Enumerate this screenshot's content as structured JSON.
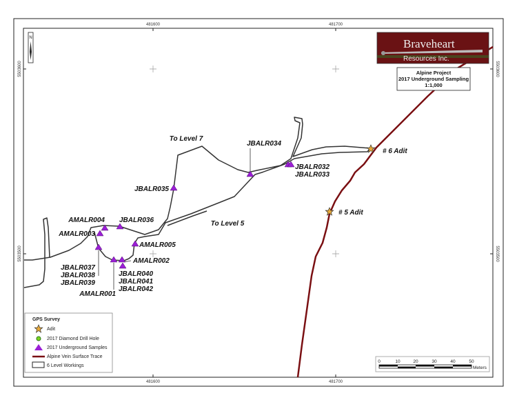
{
  "logo": {
    "line1": "Braveheart",
    "line2": "Resources Inc."
  },
  "title_block": {
    "project": "Alpine Project",
    "subtitle": "2017 Underground Sampling",
    "scale": "1:1,000"
  },
  "coordinates": {
    "easting_left": "481600",
    "easting_right": "481700",
    "northing_top": "5503600",
    "northing_bottom": "5503500"
  },
  "north_arrow": "N",
  "map_labels": {
    "to_level_7": "To Level 7",
    "to_level_5": "To Level 5",
    "adit_6": "# 6 Adit",
    "adit_5": "# 5 Adit"
  },
  "samples": {
    "jbalr034": "JBALR034",
    "jbalr035": "JBALR035",
    "jbalr032": "JBALR032",
    "jbalr033": "JBALR033",
    "amalr004": "AMALR004",
    "jbalr036": "JBALR036",
    "amalr003": "AMALR003",
    "amalr005": "AMALR005",
    "amalr002": "AMALR002",
    "jbalr037": "JBALR037",
    "jbalr038": "JBALR038",
    "jbalr039": "JBALR039",
    "amalr001": "AMALR001",
    "jbalr040": "JBALR040",
    "jbalr041": "JBALR041",
    "jbalr042": "JBALR042"
  },
  "legend": {
    "title": "GPS Survey",
    "items": [
      "Adit",
      "2017 Diamond Drill Hole",
      "2017 Underground Samples",
      "Alpine Vein Surface Trace",
      "6 Level Workings"
    ]
  },
  "scale_bar": {
    "ticks": [
      "0",
      "10",
      "20",
      "30",
      "40",
      "50"
    ],
    "unit": "Meters"
  },
  "colors": {
    "vein": "#7a0f12",
    "sample": "#9b1fd6",
    "adit": "#e6a83a",
    "drill": "#7ed321"
  }
}
